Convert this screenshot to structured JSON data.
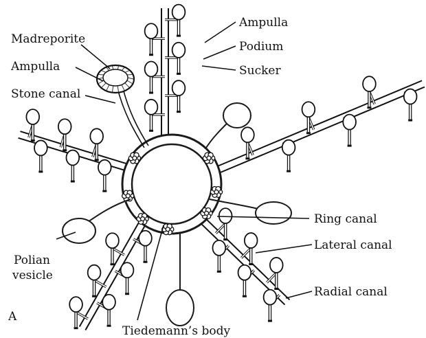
{
  "figure": {
    "panel_letter": "A",
    "labels": {
      "madreporite": "Madreporite",
      "ampulla_left": "Ampulla",
      "stone_canal": "Stone canal",
      "ampulla_right": "Ampulla",
      "podium": "Podium",
      "sucker": "Sucker",
      "ring_canal": "Ring canal",
      "lateral_canal": "Lateral canal",
      "radial_canal": "Radial canal",
      "polian_vesicle_line1": "Polian",
      "polian_vesicle_line2": "vesicle",
      "tiedemanns_body": "Tiedemann’s body"
    },
    "colors": {
      "ink": "#111111",
      "paper": "#ffffff"
    }
  }
}
